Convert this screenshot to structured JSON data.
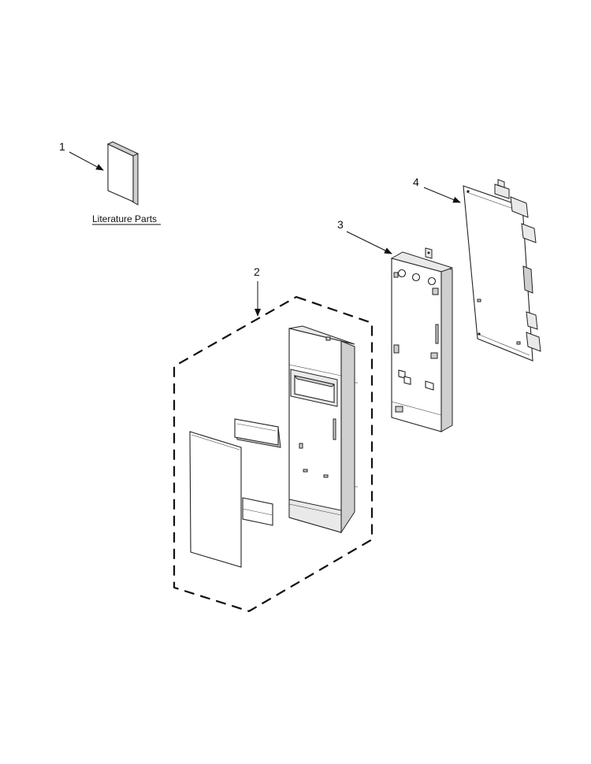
{
  "callouts": {
    "c1": "1",
    "c2": "2",
    "c3": "3",
    "c4": "4"
  },
  "literature": {
    "label": "Literature Parts"
  }
}
